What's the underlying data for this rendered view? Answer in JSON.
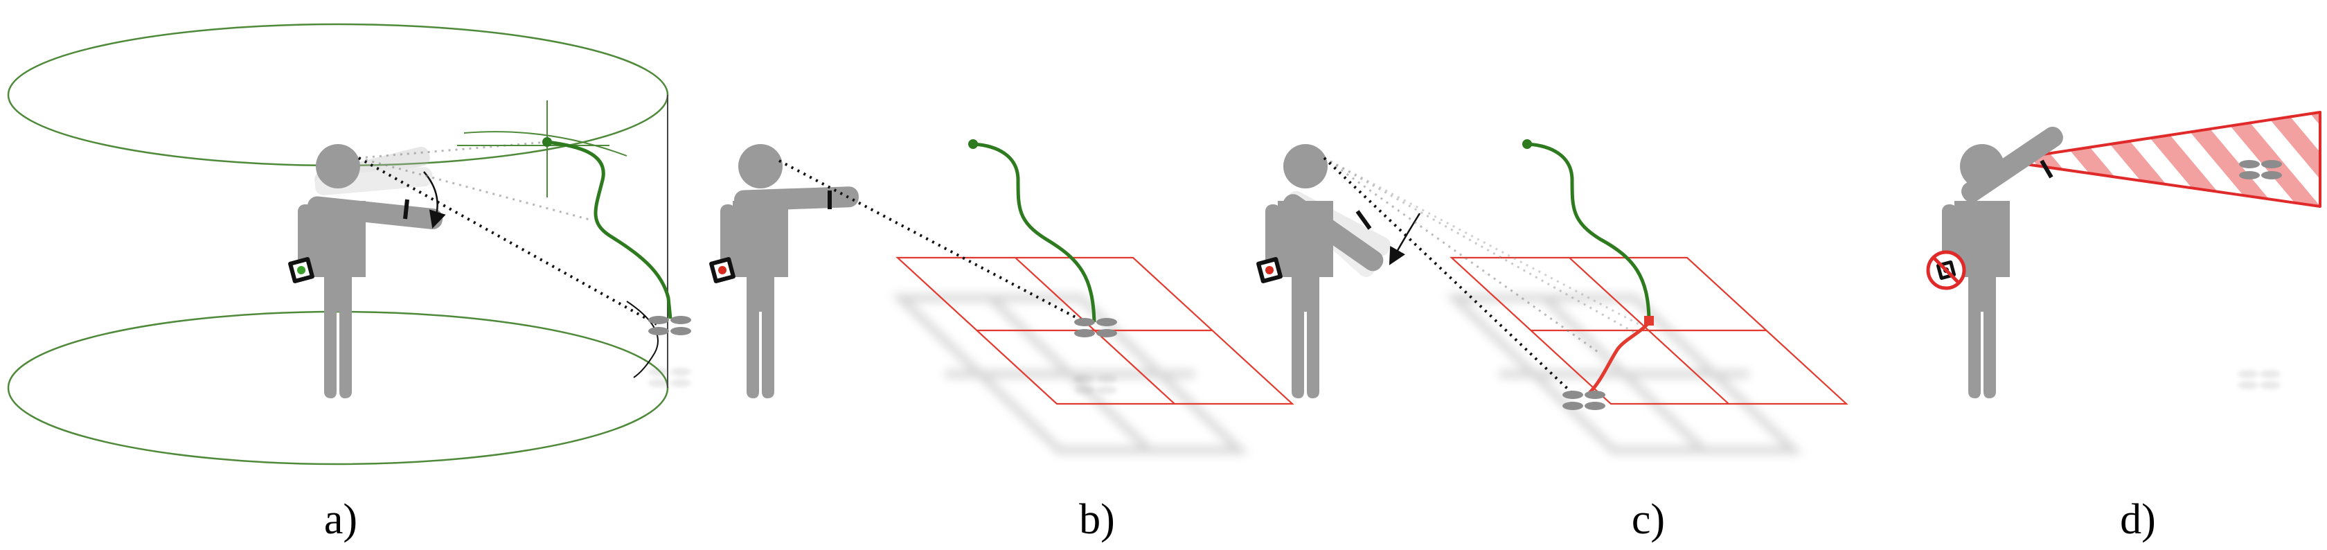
{
  "panels": [
    {
      "id": "a",
      "caption": "a)"
    },
    {
      "id": "b",
      "caption": "b)"
    },
    {
      "id": "c",
      "caption": "c)"
    },
    {
      "id": "d",
      "caption": "d)"
    }
  ],
  "colors": {
    "person": "#9a9a9a",
    "cylinder": "#4f8a3a",
    "trajectory": "#2e7a1f",
    "grid": "#e23a2e",
    "pointing_ray": "#111111",
    "drone": "#8c8c8c",
    "forbidden": "#e02a2a"
  },
  "icons": [
    "person-icon",
    "watch-icon",
    "drone-icon",
    "no-watch-icon"
  ]
}
